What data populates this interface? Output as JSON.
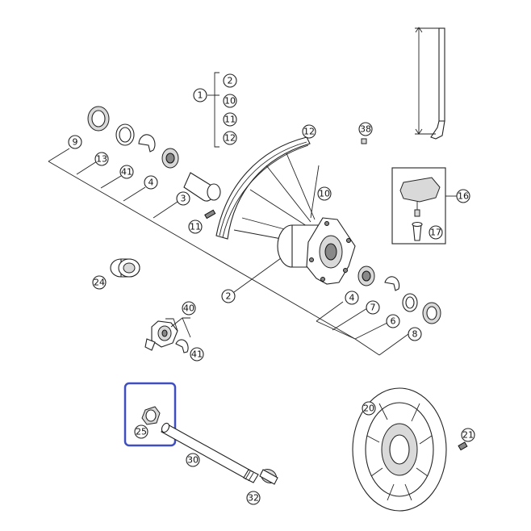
{
  "callouts": {
    "c1": "1",
    "c2_group": "2",
    "c10_group": "10",
    "c11_group": "11",
    "c12_group": "12",
    "c9": "9",
    "c13": "13",
    "c41_top": "41",
    "c4_top": "4",
    "c3": "3",
    "c11": "11",
    "c12": "12",
    "c10": "10",
    "c38": "38",
    "c16": "16",
    "c17": "17",
    "c24": "24",
    "c2": "2",
    "c4_bottom": "4",
    "c7": "7",
    "c6": "6",
    "c8": "8",
    "c40": "40",
    "c41_bottom": "41",
    "c25": "25",
    "c20": "20",
    "c21": "21",
    "c30": "30",
    "c32": "32"
  },
  "colors": {
    "highlight": "#3f4fc0",
    "line": "#222222"
  }
}
